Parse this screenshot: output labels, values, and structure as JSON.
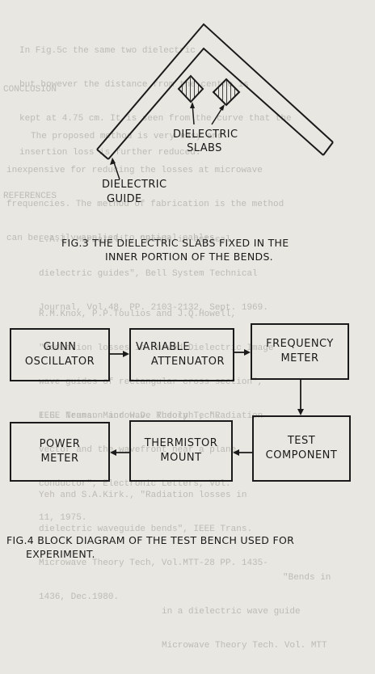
{
  "background_text": {
    "line1": "In Fig.5c the same two dielectric",
    "line2": "but however the distance from the centre is",
    "line3": "kept at 4.75 cm. It is seen from the curve that the",
    "line4": "insertion loss is further reduced.",
    "section_conclusion": "CONCLUSION",
    "conc1": "The proposed method is very easy and",
    "conc2": "inexpensive for reducing the losses at microwave",
    "conc3": "frequencies. The method of fabrication is the method",
    "conc4": "can be easily applied to optical cables.",
    "section_refs": "REFERENCES",
    "ref1a": "E.A.J. Marcatili., \"Bends in optical",
    "ref1b": "dielectric guides\", Bell System Technical",
    "ref1c": "Journal, Vol.48, PP. 2103-2132, Sept. 1969.",
    "ref2a": "R.M.Knox, P.P.Toulios and J.Q.Howell,",
    "ref2b": "\"Radiation losses in Curved Dielectric Image",
    "ref2c": "wave guides of rectangular cross section\",",
    "ref2d": "IEEE Trans. Microwave Theory Tech.",
    "ref3a": "E.G. Neumann and H.D. Rudolph., \"Radiation",
    "ref3b": "vector and the wavefront near a plane",
    "ref3c": "conductor\", Electronic Letters, Vol.",
    "ref3d": "11, 1975.",
    "ref4a": "Yeh and S.A.Kirk., \"Radiation losses in",
    "ref4b": "dielectric waveguide bends\", IEEE Trans.",
    "ref4c": "Microwave Theory Tech, Vol.MTT-28 PP. 1435-",
    "ref4d": "1436, Dec.1980.",
    "ref5a": "\"Bends in",
    "ref5b": "in a dielectric wave guide",
    "ref5c": "Microwave Theory Tech. Vol. MTT"
  },
  "fig3": {
    "label_slabs_1": "DIELECTRIC",
    "label_slabs_2": "SLABS",
    "label_guide_1": "DIELECTRIC",
    "label_guide_2": "GUIDE",
    "caption_1": "FIG.3  THE DIELECTRIC SLABS FIXED IN THE",
    "caption_2": "INNER PORTION OF THE BENDS."
  },
  "fig4": {
    "blocks": {
      "gunn": [
        "GUNN",
        "OSCILLATOR"
      ],
      "attenuator": [
        "VARIABLE",
        "ATTENUATOR"
      ],
      "frequency": [
        "FREQUENCY",
        "METER"
      ],
      "test": [
        "TEST",
        "COMPONENT"
      ],
      "thermistor": [
        "THERMISTOR",
        "MOUNT"
      ],
      "power": [
        "POWER",
        "METER"
      ]
    },
    "caption_1": "FIG.4  BLOCK DIAGRAM OF THE TEST BENCH USED FOR",
    "caption_2": "EXPERIMENT."
  }
}
